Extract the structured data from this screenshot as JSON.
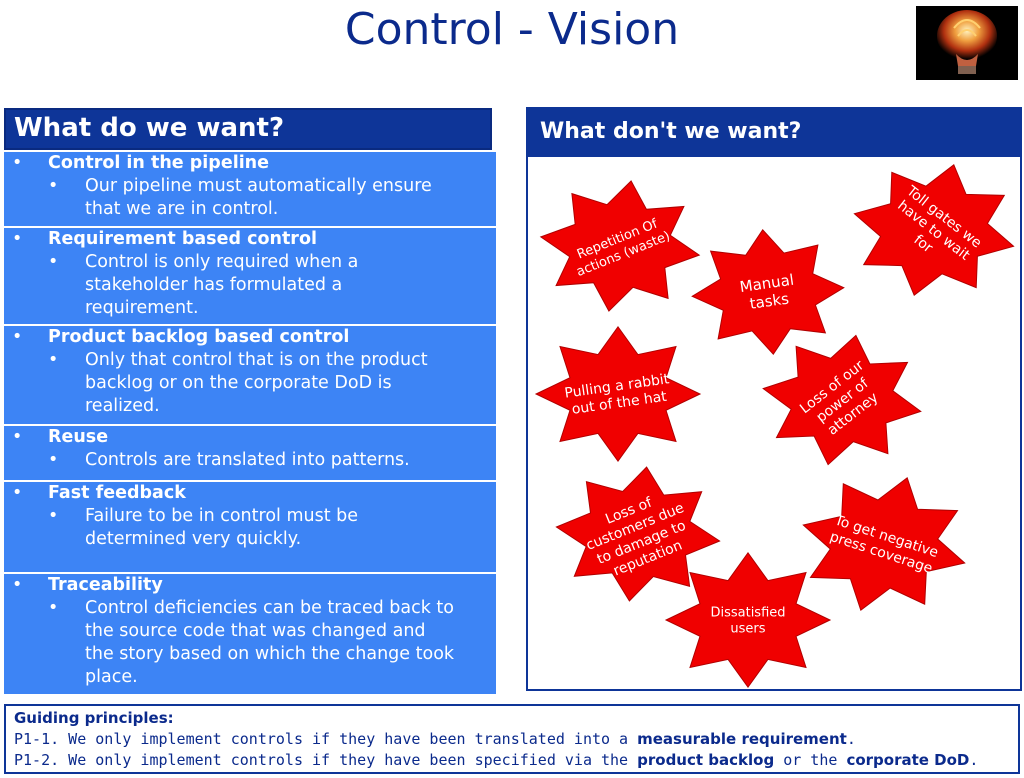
{
  "title": "Control - Vision",
  "left": {
    "header": "What do we want?",
    "items": [
      {
        "head": "Control in the pipeline",
        "lines": [
          "Our pipeline must automatically ensure",
          "that we are in control."
        ]
      },
      {
        "head": "Requirement based control",
        "lines": [
          "Control is only required when a",
          "stakeholder has formulated a",
          "requirement."
        ]
      },
      {
        "head": "Product backlog based control",
        "lines": [
          "Only that control that is on the product",
          "backlog or on the corporate DoD is",
          "realized."
        ]
      },
      {
        "head": "Reuse",
        "lines": [
          "Controls are translated into patterns."
        ]
      },
      {
        "head": "Fast feedback",
        "lines": [
          "Failure to be in control must be",
          "determined very quickly."
        ]
      },
      {
        "head": "Traceability",
        "lines": [
          "Control deficiencies can be traced back to",
          "the source code that was changed and",
          "the story based on which the change took",
          "place."
        ]
      }
    ]
  },
  "right": {
    "header": "What don't we want?",
    "stars": [
      {
        "lines": [
          "Repetition Of",
          "actions (waste)"
        ]
      },
      {
        "lines": [
          "Manual",
          "tasks"
        ]
      },
      {
        "lines": [
          "Toll gates we",
          "have to wait",
          "for"
        ]
      },
      {
        "lines": [
          "Pulling a rabbit",
          "out of the hat"
        ]
      },
      {
        "lines": [
          "Loss of our",
          "power of",
          "attorney"
        ]
      },
      {
        "lines": [
          "Loss of",
          "customers due",
          "to damage to",
          "reputation"
        ]
      },
      {
        "lines": [
          "To get negative",
          "press coverage"
        ]
      },
      {
        "lines": [
          "Dissatisfied",
          "users"
        ]
      }
    ]
  },
  "principles": {
    "heading": "Guiding principles:",
    "p1_prefix": "P1-1. We only implement controls if they have been translated into a ",
    "p1_bold": "measurable requirement",
    "p1_suffix": ".",
    "p2_prefix": "P1-2. We only implement controls if they have been specified via the ",
    "p2_bold1": "product backlog",
    "p2_mid": " or the ",
    "p2_bold2": "corporate DoD",
    "p2_suffix": "."
  },
  "colors": {
    "navy": "#0e3598",
    "blue_item": "#3d84f5",
    "star_red": "#f00000",
    "title_blue": "#0b2a8c"
  }
}
